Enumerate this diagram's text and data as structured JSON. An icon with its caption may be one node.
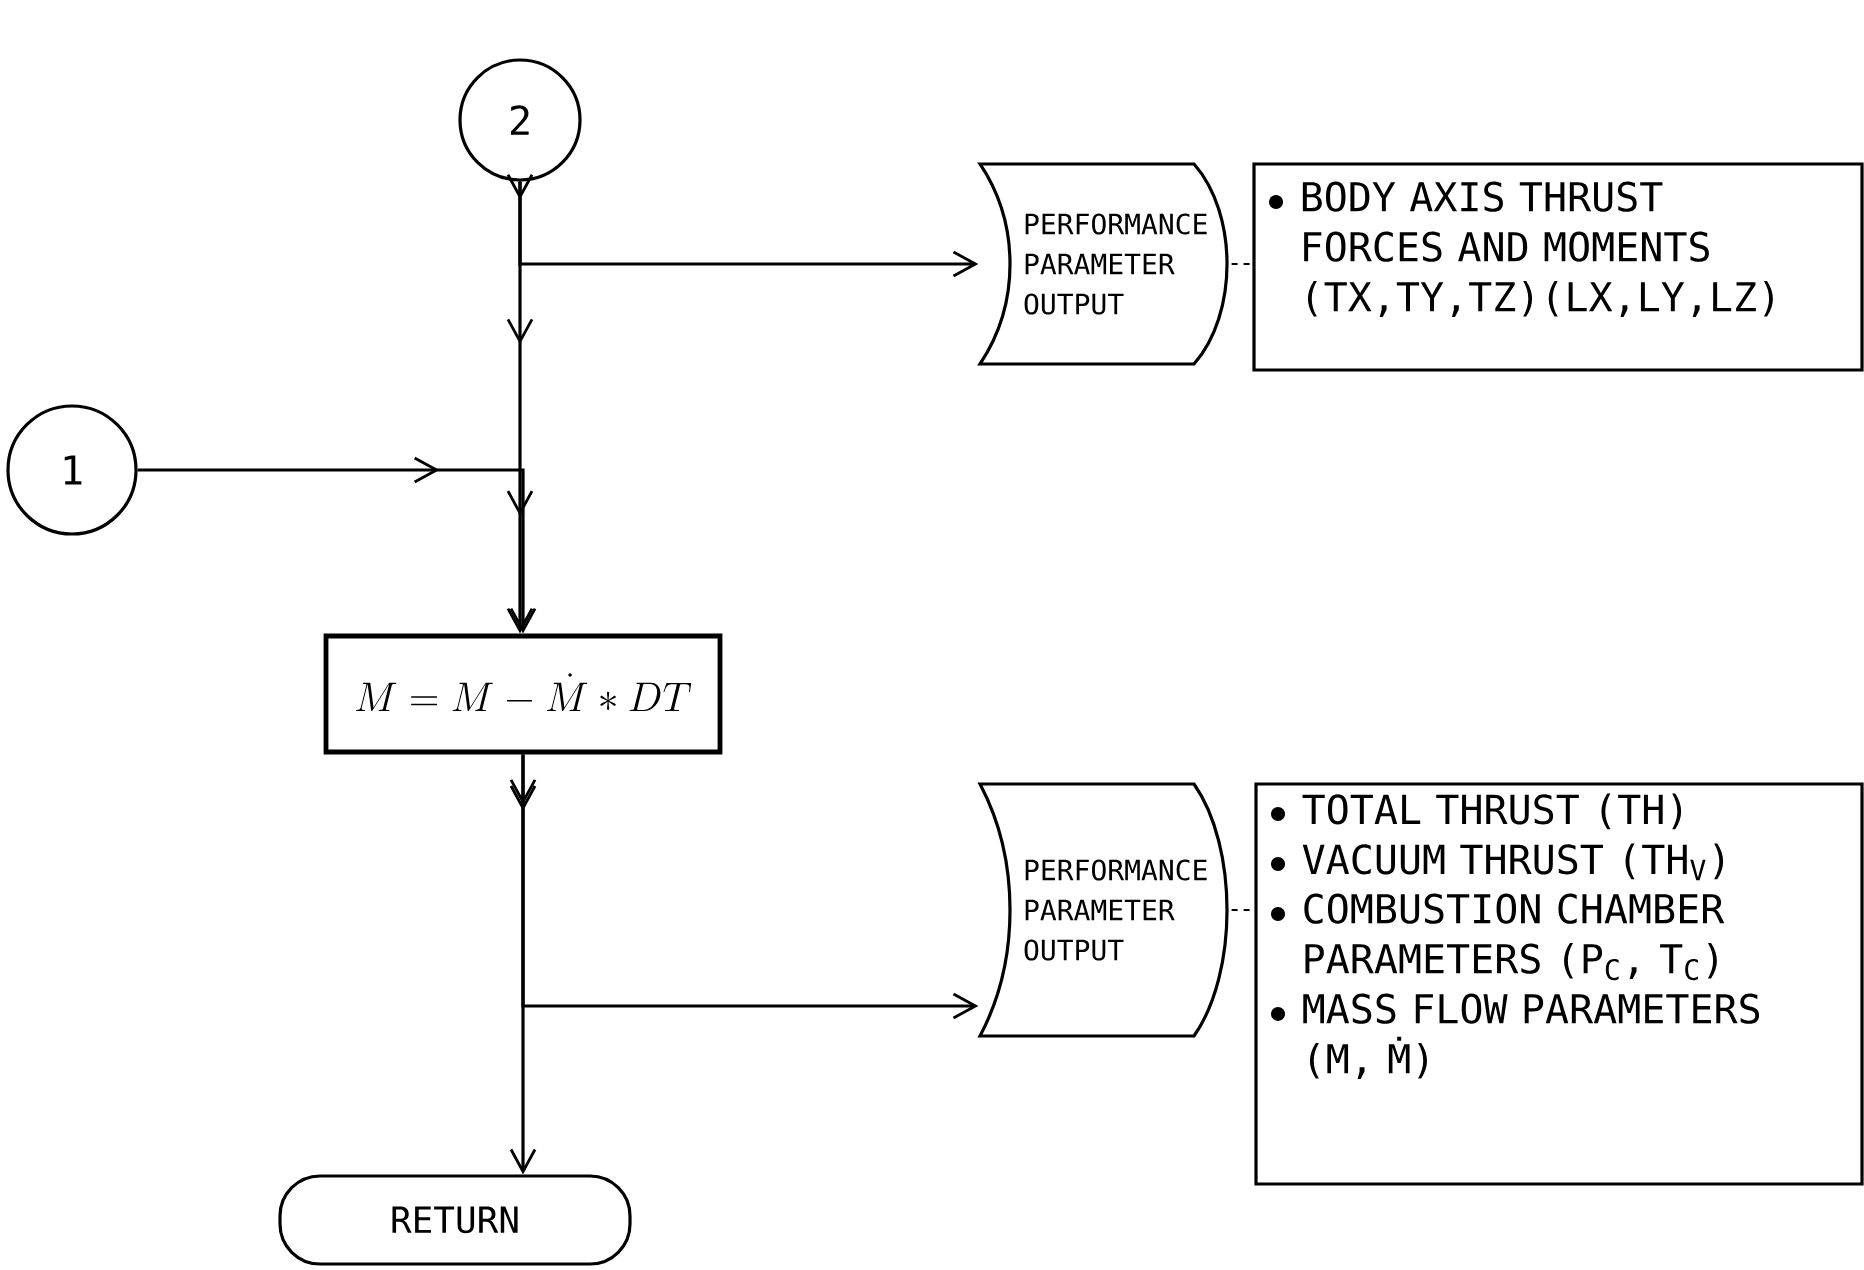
{
  "diagram": {
    "nodes": [
      {
        "text": [
          "2"
        ]
      },
      {
        "text": [
          "1"
        ]
      },
      {
        "text": [
          "PERFORMANCE PARAMETER OUTPUT"
        ]
      },
      {
        "text": [
          "BODY AXIS THRUST FORCES AND MOMENTS (TX,TY,TZ)(LX,LY,LZ)"
        ]
      },
      {
        "text": [
          "M = M - \\dot{M} * DT"
        ]
      },
      {
        "text": [
          "PERFORMANCE PARAMETER OUTPUT"
        ]
      },
      {
        "text": [
          "TOTAL THRUST (TH)",
          "VACUUM THRUST (TH$_{V}$)",
          "COMBUSTION CHAMBER PARAMETERS (P$_{C}$, T$_{C}$)",
          "MASS FLOW PARAMETERS (M, Ṁ)"
        ]
      },
      {
        "text": [
          "RETURN"
        ]
      }
    ],
    "edges": [
      {
        "from": 0,
        "to": 4,
        "arrow": "to"
      },
      {
        "from": 0,
        "to": 2,
        "arrow": "to"
      },
      {
        "from": 1,
        "to": 4,
        "arrow": "to"
      },
      {
        "from": 4,
        "to": 5,
        "arrow": "to"
      },
      {
        "from": 4,
        "to": 7,
        "arrow": "to"
      },
      {
        "from": 2,
        "to": 3,
        "arrow": "none",
        "style": "dashed"
      },
      {
        "from": 5,
        "to": 6,
        "arrow": "none",
        "style": "dashed"
      }
    ]
  }
}
